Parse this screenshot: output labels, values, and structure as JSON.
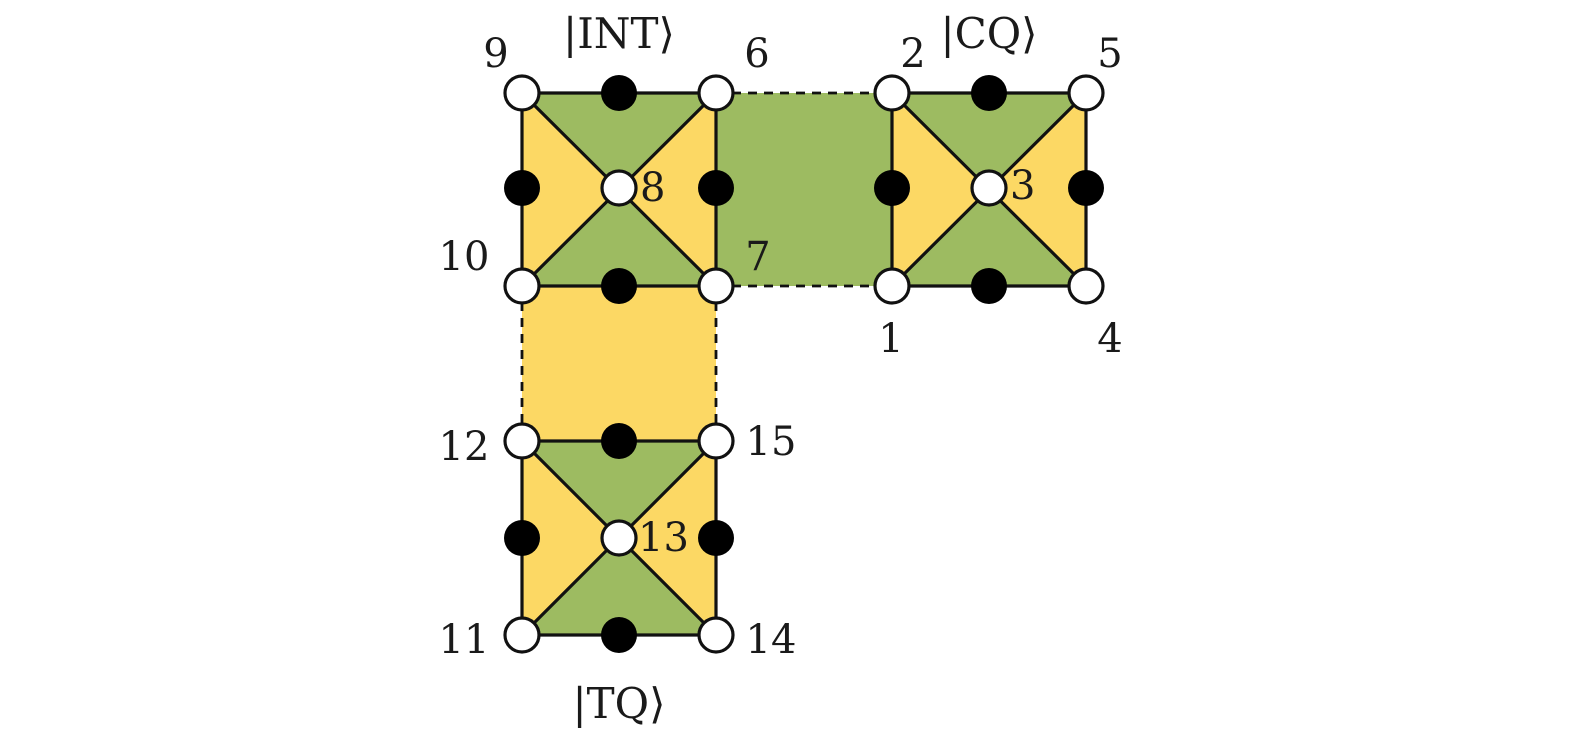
{
  "labels": {
    "ket_int": "|INT⟩",
    "ket_cq": "|CQ⟩",
    "ket_tq": "|TQ⟩"
  },
  "qubits": [
    "1",
    "2",
    "3",
    "4",
    "5",
    "6",
    "7",
    "8",
    "9",
    "10",
    "11",
    "12",
    "13",
    "14",
    "15"
  ],
  "colors": {
    "green": "#9dbb61",
    "yellow": "#fcd864",
    "edge": "#111111",
    "qubit_fill": "#ffffff",
    "ancilla_fill": "#000000"
  }
}
